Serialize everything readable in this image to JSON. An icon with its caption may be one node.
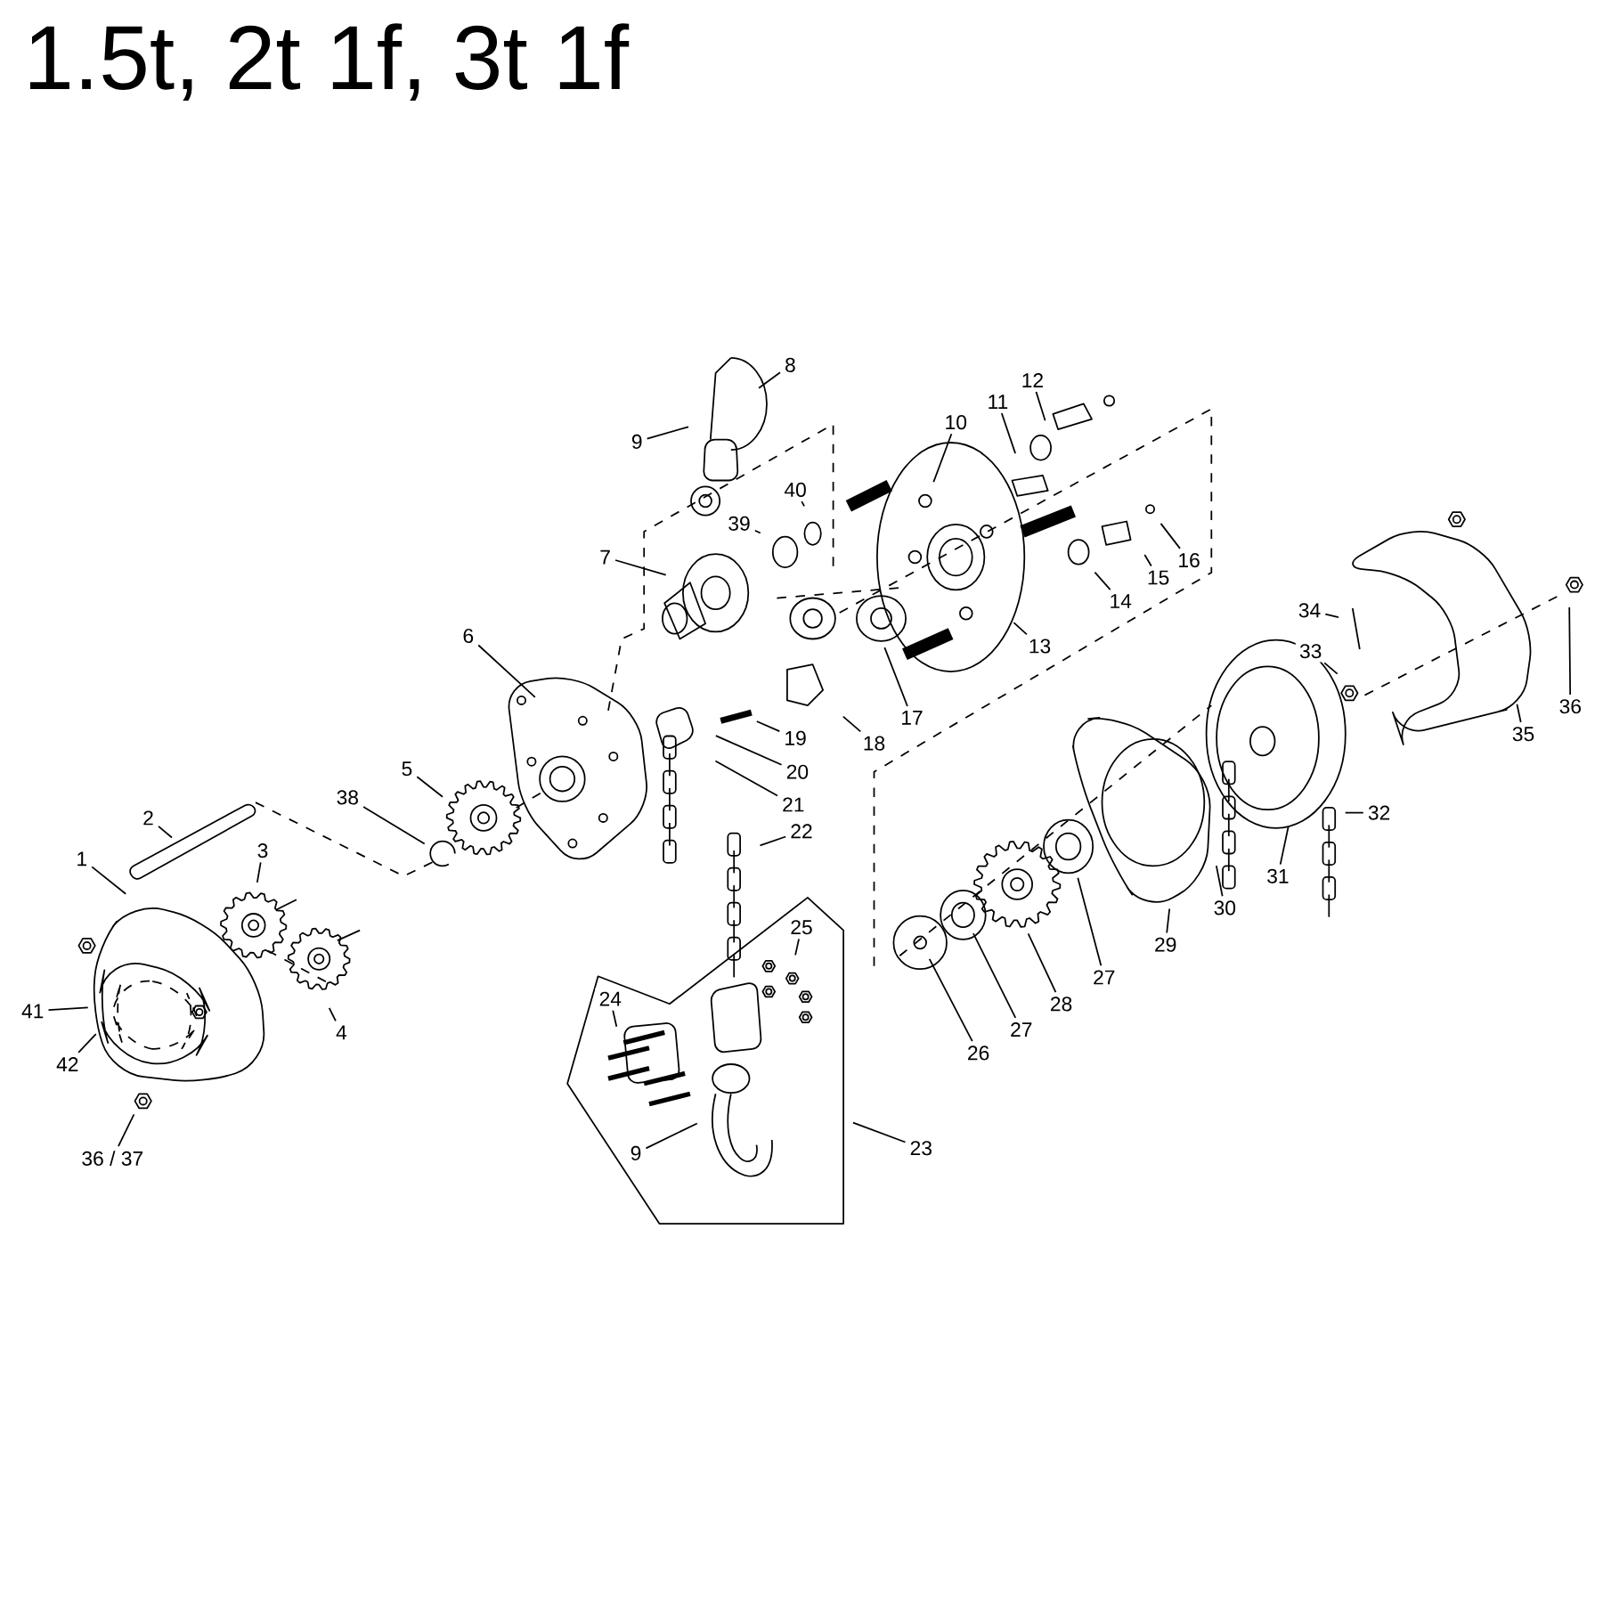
{
  "diagram": {
    "title": "1.5t, 2t 1f, 3t 1f",
    "nodes": [
      {
        "text": [
          "1"
        ]
      },
      {
        "text": [
          "2"
        ]
      },
      {
        "text": [
          "3"
        ]
      },
      {
        "text": [
          "4"
        ]
      },
      {
        "text": [
          "5"
        ]
      },
      {
        "text": [
          "6"
        ]
      },
      {
        "text": [
          "7"
        ]
      },
      {
        "text": [
          "8"
        ]
      },
      {
        "text": [
          "9"
        ]
      },
      {
        "text": [
          "10"
        ]
      },
      {
        "text": [
          "11"
        ]
      },
      {
        "text": [
          "12"
        ]
      },
      {
        "text": [
          "13"
        ]
      },
      {
        "text": [
          "14"
        ]
      },
      {
        "text": [
          "15"
        ]
      },
      {
        "text": [
          "16"
        ]
      },
      {
        "text": [
          "17"
        ]
      },
      {
        "text": [
          "18"
        ]
      },
      {
        "text": [
          "19"
        ]
      },
      {
        "text": [
          "20"
        ]
      },
      {
        "text": [
          "21"
        ]
      },
      {
        "text": [
          "22"
        ]
      },
      {
        "text": [
          "23"
        ]
      },
      {
        "text": [
          "24"
        ]
      },
      {
        "text": [
          "25"
        ]
      },
      {
        "text": [
          "26"
        ]
      },
      {
        "text": [
          "27"
        ]
      },
      {
        "text": [
          "27"
        ]
      },
      {
        "text": [
          "28"
        ]
      },
      {
        "text": [
          "29"
        ]
      },
      {
        "text": [
          "30"
        ]
      },
      {
        "text": [
          "31"
        ]
      },
      {
        "text": [
          "32"
        ]
      },
      {
        "text": [
          "33"
        ]
      },
      {
        "text": [
          "34"
        ]
      },
      {
        "text": [
          "35"
        ]
      },
      {
        "text": [
          "36"
        ]
      },
      {
        "text": [
          "36 / 37"
        ]
      },
      {
        "text": [
          "38"
        ]
      },
      {
        "text": [
          "39"
        ]
      },
      {
        "text": [
          "40"
        ]
      },
      {
        "text": [
          "41"
        ]
      },
      {
        "text": [
          "42"
        ]
      },
      {
        "text": [
          "9"
        ]
      }
    ],
    "edges": [
      {
        "from": 0,
        "to": null,
        "arrow": "none"
      },
      {
        "from": 1,
        "to": null,
        "arrow": "none"
      },
      {
        "from": 2,
        "to": null,
        "arrow": "none"
      },
      {
        "from": 3,
        "to": null,
        "arrow": "none"
      },
      {
        "from": 4,
        "to": null,
        "arrow": "none"
      },
      {
        "from": 5,
        "to": null,
        "arrow": "none"
      },
      {
        "from": 6,
        "to": null,
        "arrow": "none"
      },
      {
        "from": 7,
        "to": null,
        "arrow": "none"
      },
      {
        "from": 8,
        "to": null,
        "arrow": "none"
      },
      {
        "from": 9,
        "to": null,
        "arrow": "none"
      },
      {
        "from": 10,
        "to": null,
        "arrow": "none"
      },
      {
        "from": 11,
        "to": null,
        "arrow": "none"
      },
      {
        "from": 12,
        "to": null,
        "arrow": "none"
      },
      {
        "from": 13,
        "to": null,
        "arrow": "none"
      },
      {
        "from": 14,
        "to": null,
        "arrow": "none"
      },
      {
        "from": 15,
        "to": null,
        "arrow": "none"
      },
      {
        "from": 16,
        "to": null,
        "arrow": "none"
      },
      {
        "from": 17,
        "to": null,
        "arrow": "none"
      },
      {
        "from": 18,
        "to": null,
        "arrow": "none"
      },
      {
        "from": 19,
        "to": null,
        "arrow": "none"
      },
      {
        "from": 20,
        "to": null,
        "arrow": "none"
      },
      {
        "from": 21,
        "to": null,
        "arrow": "none"
      },
      {
        "from": 22,
        "to": null,
        "arrow": "none"
      },
      {
        "from": 23,
        "to": null,
        "arrow": "none"
      },
      {
        "from": 24,
        "to": null,
        "arrow": "none"
      },
      {
        "from": 25,
        "to": null,
        "arrow": "none"
      },
      {
        "from": 26,
        "to": null,
        "arrow": "none"
      },
      {
        "from": 27,
        "to": null,
        "arrow": "none"
      },
      {
        "from": 28,
        "to": null,
        "arrow": "none"
      },
      {
        "from": 29,
        "to": null,
        "arrow": "none"
      },
      {
        "from": 30,
        "to": null,
        "arrow": "none"
      },
      {
        "from": 31,
        "to": null,
        "arrow": "none"
      },
      {
        "from": 32,
        "to": null,
        "arrow": "none"
      },
      {
        "from": 33,
        "to": null,
        "arrow": "none"
      },
      {
        "from": 34,
        "to": null,
        "arrow": "none"
      },
      {
        "from": 35,
        "to": null,
        "arrow": "none"
      },
      {
        "from": 36,
        "to": null,
        "arrow": "none"
      },
      {
        "from": 37,
        "to": null,
        "arrow": "none"
      },
      {
        "from": 38,
        "to": null,
        "arrow": "none"
      },
      {
        "from": 39,
        "to": null,
        "arrow": "none"
      },
      {
        "from": 40,
        "to": null,
        "arrow": "none"
      },
      {
        "from": 41,
        "to": null,
        "arrow": "none"
      },
      {
        "from": 42,
        "to": null,
        "arrow": "none"
      },
      {
        "from": 43,
        "to": null,
        "arrow": "none"
      }
    ]
  }
}
